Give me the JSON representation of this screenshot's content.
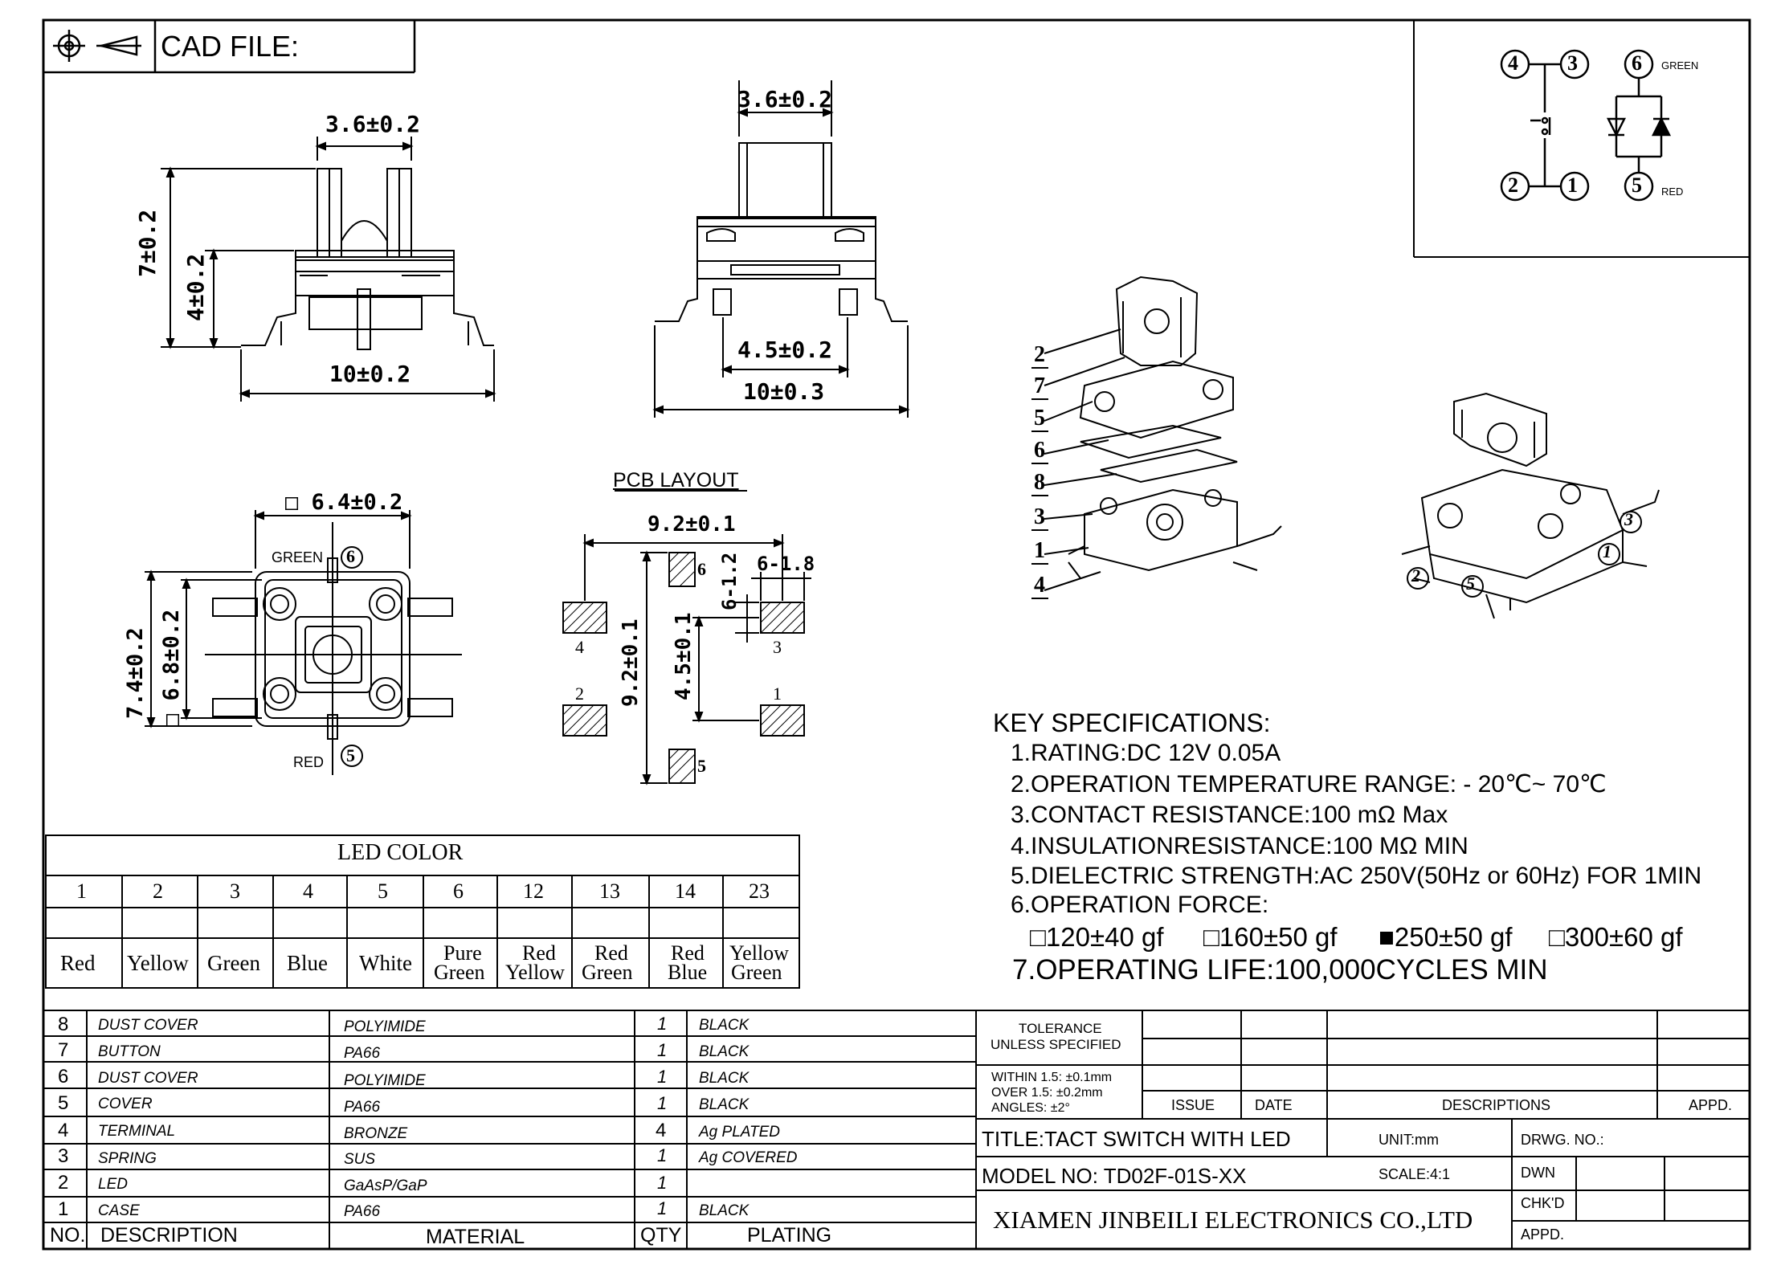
{
  "header": {
    "cad_label": "CAD FILE:"
  },
  "dims": {
    "side_top": "3.6±0.2",
    "side_height": "7±0.2",
    "side_body": "4±0.2",
    "side_width": "10±0.2",
    "front_top": "3.6±0.2",
    "front_pad": "4.5±0.2",
    "front_width": "10±0.3",
    "bottom_square": "□ 6.4±0.2",
    "bottom_h1": "7.4±0.2",
    "bottom_h2": "□ 6.8±0.2"
  },
  "bottom_view": {
    "green": "GREEN",
    "red": "RED",
    "pin_top": "6",
    "pin_bottom": "5"
  },
  "pcb": {
    "title": "PCB LAYOUT",
    "width": "9.2±0.1",
    "pad_w": "6-1.8",
    "pad_h": "6-1.2",
    "height": "9.2±0.1",
    "spacing": "4.5±0.1",
    "pads": [
      "4",
      "6",
      "3",
      "2",
      "1",
      "5"
    ]
  },
  "exploded": {
    "labels": [
      "2",
      "7",
      "5",
      "6",
      "8",
      "3",
      "1",
      "4"
    ]
  },
  "assembled": {
    "labels": [
      "3",
      "1",
      "2",
      "5"
    ]
  },
  "schematic": {
    "pins": [
      "4",
      "3",
      "2",
      "1",
      "6",
      "5"
    ],
    "green": "GREEN",
    "red": "RED"
  },
  "specs": {
    "title": "KEY SPECIFICATIONS:",
    "lines": [
      "1.RATING:DC 12V 0.05A",
      "2.OPERATION TEMPERATURE RANGE: - 20℃~ 70℃",
      "3.CONTACT RESISTANCE:100 mΩ Max",
      "4.INSULATIONRESISTANCE:100 MΩ MIN",
      "5.DIELECTRIC STRENGTH:AC 250V(50Hz or 60Hz)  FOR 1MIN",
      "6.OPERATION FORCE:"
    ],
    "forces": [
      "□120±40 gf",
      "□160±50 gf",
      "■250±50 gf",
      "□300±60 gf"
    ],
    "life": "7.OPERATING LIFE:100,000CYCLES MIN"
  },
  "led_color": {
    "title": "LED COLOR",
    "codes": [
      "1",
      "2",
      "3",
      "4",
      "5",
      "6",
      "12",
      "13",
      "14",
      "23"
    ],
    "colors": [
      [
        "Red"
      ],
      [
        "Yellow"
      ],
      [
        "Green"
      ],
      [
        "Blue"
      ],
      [
        "White"
      ],
      [
        "Pure",
        "Green"
      ],
      [
        "Red",
        "Yellow"
      ],
      [
        "Red",
        "Green"
      ],
      [
        "Red",
        "Blue"
      ],
      [
        "Yellow",
        "Green"
      ]
    ]
  },
  "bom": {
    "header": {
      "no": "NO.",
      "description": "DESCRIPTION",
      "material": "MATERIAL",
      "qty": "QTY",
      "plating": "PLATING"
    },
    "rows": [
      {
        "no": "8",
        "desc": "DUST COVER",
        "material": "POLYIMIDE",
        "qty": "1",
        "plating": "BLACK"
      },
      {
        "no": "7",
        "desc": "BUTTON",
        "material": "PA66",
        "qty": "1",
        "plating": "BLACK"
      },
      {
        "no": "6",
        "desc": "DUST COVER",
        "material": "POLYIMIDE",
        "qty": "1",
        "plating": "BLACK"
      },
      {
        "no": "5",
        "desc": "COVER",
        "material": "PA66",
        "qty": "1",
        "plating": "BLACK"
      },
      {
        "no": "4",
        "desc": "TERMINAL",
        "material": "BRONZE",
        "qty": "4",
        "plating": "Ag PLATED"
      },
      {
        "no": "3",
        "desc": "SPRING",
        "material": "SUS",
        "qty": "1",
        "plating": "Ag COVERED"
      },
      {
        "no": "2",
        "desc": "LED",
        "material": "GaAsP/GaP",
        "qty": "1",
        "plating": ""
      },
      {
        "no": "1",
        "desc": "CASE",
        "material": "PA66",
        "qty": "1",
        "plating": "BLACK"
      }
    ]
  },
  "title_block": {
    "tolerance": [
      "TOLERANCE",
      "UNLESS SPECIFIED"
    ],
    "tol_values": [
      "WITHIN 1.5: ±0.1mm",
      "OVER 1.5:  ±0.2mm",
      "ANGLES: ±2°"
    ],
    "issue": "ISSUE",
    "date": "DATE",
    "descriptions": "DESCRIPTIONS",
    "appd": "APPD.",
    "title": "TITLE:TACT SWITCH WITH LED",
    "unit": "UNIT:mm",
    "drwg_no": "DRWG. NO.:",
    "model": "MODEL NO: TD02F-01S-XX",
    "scale": "SCALE:4:1",
    "dwn": "DWN",
    "chkd": "CHK'D",
    "appd2": "APPD.",
    "company": "XIAMEN JINBEILI ELECTRONICS CO.,LTD"
  }
}
